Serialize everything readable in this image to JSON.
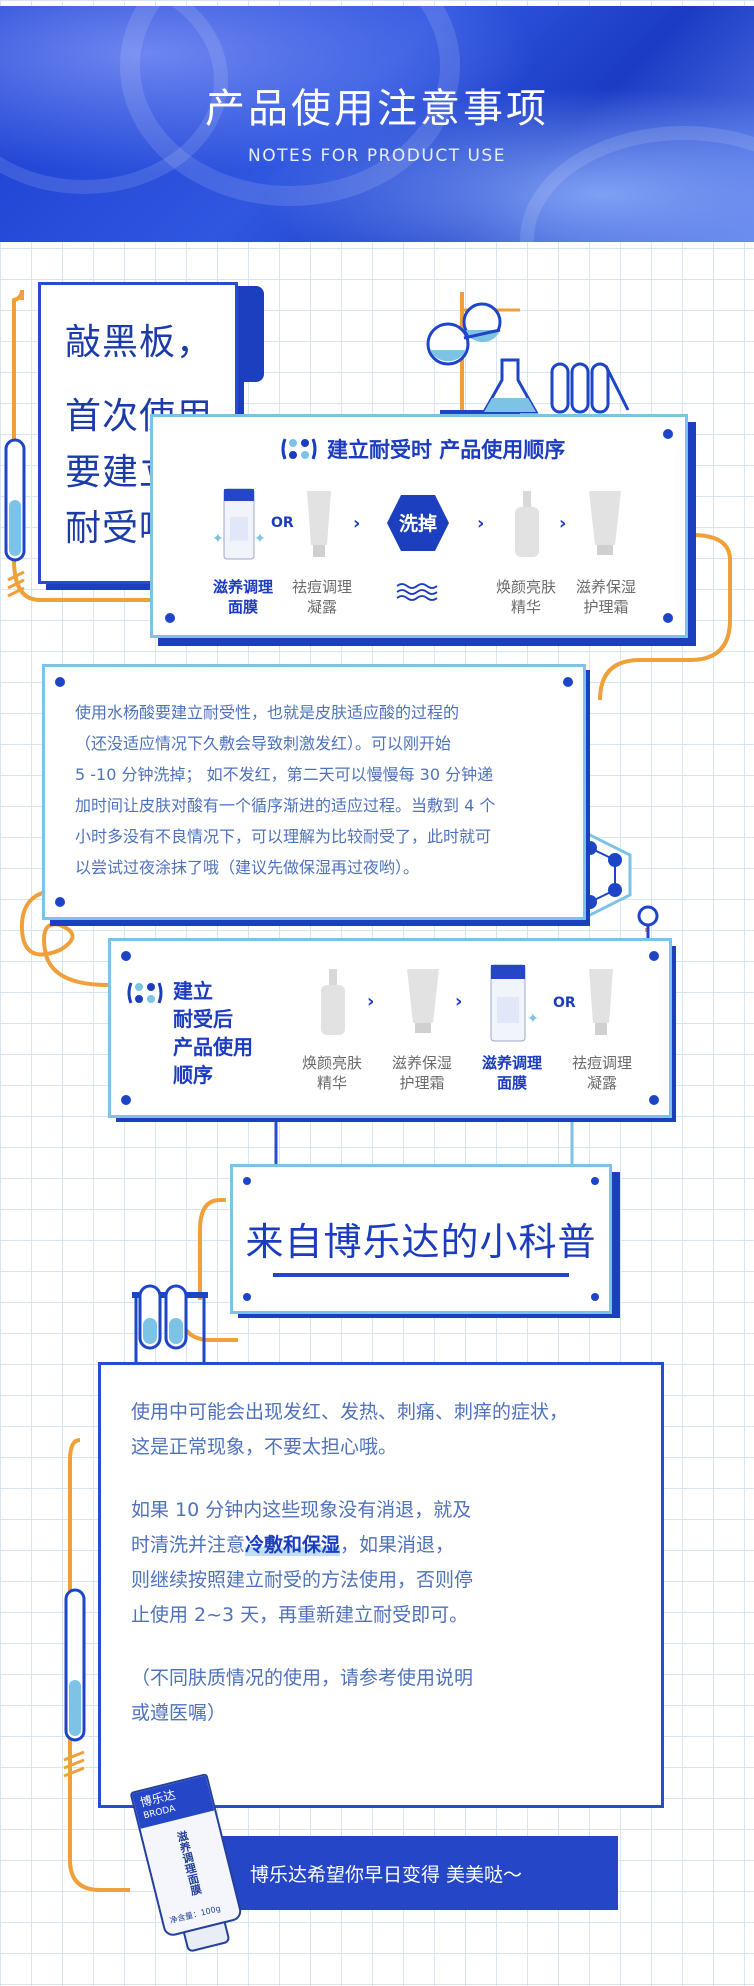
{
  "header": {
    "title": "产品使用注意事项",
    "subtitle": "NOTES FOR PRODUCT USE"
  },
  "blackboard": {
    "line1": "敲黑板，",
    "line2": "首次使用",
    "line3": "要建立",
    "line4": "耐受哦～"
  },
  "section1": {
    "title": "建立耐受时 产品使用顺序",
    "or_label": "OR",
    "wash_label": "洗掉",
    "steps": [
      {
        "label1": "滋养调理",
        "label2": "面膜"
      },
      {
        "label1": "祛痘调理",
        "label2": "凝露"
      },
      {
        "label1": "焕颜亮肤",
        "label2": "精华"
      },
      {
        "label1": "滋养保湿",
        "label2": "护理霜"
      }
    ]
  },
  "info": {
    "lines": [
      "使用水杨酸要建立耐受性，也就是皮肤适应酸的过程的",
      "（还没适应情况下久敷会导致刺激发红）。可以刚开始",
      "5 -10 分钟洗掉；  如不发红，第二天可以慢慢每 30 分钟递",
      "加时间让皮肤对酸有一个循序渐进的适应过程。当敷到 4 个",
      "小时多没有不良情况下，可以理解为比较耐受了，此时就可",
      "以尝试过夜涂抹了哦（建议先做保湿再过夜哟）。"
    ]
  },
  "section2": {
    "title_lines": [
      "建立",
      "耐受后",
      "产品使用",
      "顺序"
    ],
    "or_label": "OR",
    "steps": [
      {
        "label1": "焕颜亮肤",
        "label2": "精华"
      },
      {
        "label1": "滋养保湿",
        "label2": "护理霜"
      },
      {
        "label1": "滋养调理",
        "label2": "面膜"
      },
      {
        "label1": "祛痘调理",
        "label2": "凝露"
      }
    ]
  },
  "science": {
    "title": "来自博乐达的小科普"
  },
  "notes": {
    "p1_l1": "使用中可能会出现发红、发热、刺痛、刺痒的症状，",
    "p1_l2": "这是正常现象，不要太担心哦。",
    "p2_l1": "如果 10 分钟内这些现象没有消退，就及",
    "p2_l2_pre": "时清洗并注意",
    "p2_l2_highlight": "冷敷和保湿",
    "p2_l2_post": "，如果消退，",
    "p2_l3": "则继续按照建立耐受的方法使用，否则停",
    "p2_l4": "止使用 2~3 天，再重新建立耐受即可。",
    "p3_l1": "（不同肤质情况的使用，请参考使用说明",
    "p3_l2": "或遵医嘱）"
  },
  "product_tube": {
    "brand": "博乐达",
    "brand_en": "BRODA",
    "name": "滋养调理面膜",
    "spec": "净含量：100g"
  },
  "footer": {
    "text": "博乐达希望你早日变得 美美哒～"
  },
  "colors": {
    "brand_blue": "#1c3cbf",
    "light_blue": "#7dc3e6",
    "orange": "#f0a03a"
  }
}
